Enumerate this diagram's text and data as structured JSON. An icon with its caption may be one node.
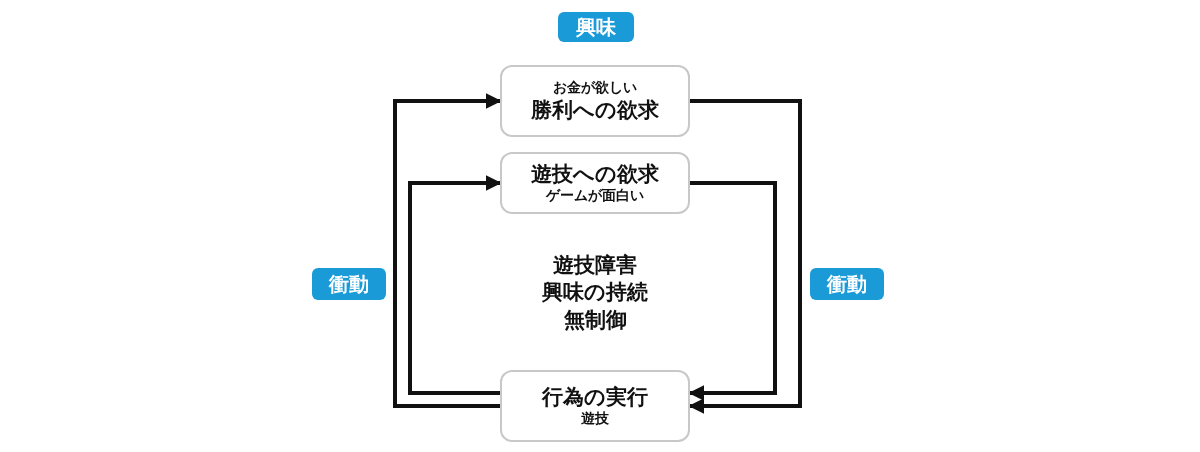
{
  "diagram": {
    "nodes": [
      {
        "text": [
          "興味"
        ]
      },
      {
        "text": [
          "お金が欲しい",
          "勝利への欲求"
        ]
      },
      {
        "text": [
          "遊技への欲求",
          "ゲームが面白い"
        ]
      },
      {
        "text": [
          "行為の実行",
          "遊技"
        ]
      },
      {
        "text": [
          "衝動"
        ]
      },
      {
        "text": [
          "衝動"
        ]
      }
    ],
    "edges": [
      {
        "from": 1,
        "to": 3,
        "arrow": "to"
      },
      {
        "from": 2,
        "to": 3,
        "arrow": "to"
      },
      {
        "from": 3,
        "to": 1,
        "arrow": "to"
      },
      {
        "from": 3,
        "to": 2,
        "arrow": "to"
      }
    ],
    "labels": [
      "遊技障害",
      "興味の持続",
      "無制御"
    ]
  }
}
